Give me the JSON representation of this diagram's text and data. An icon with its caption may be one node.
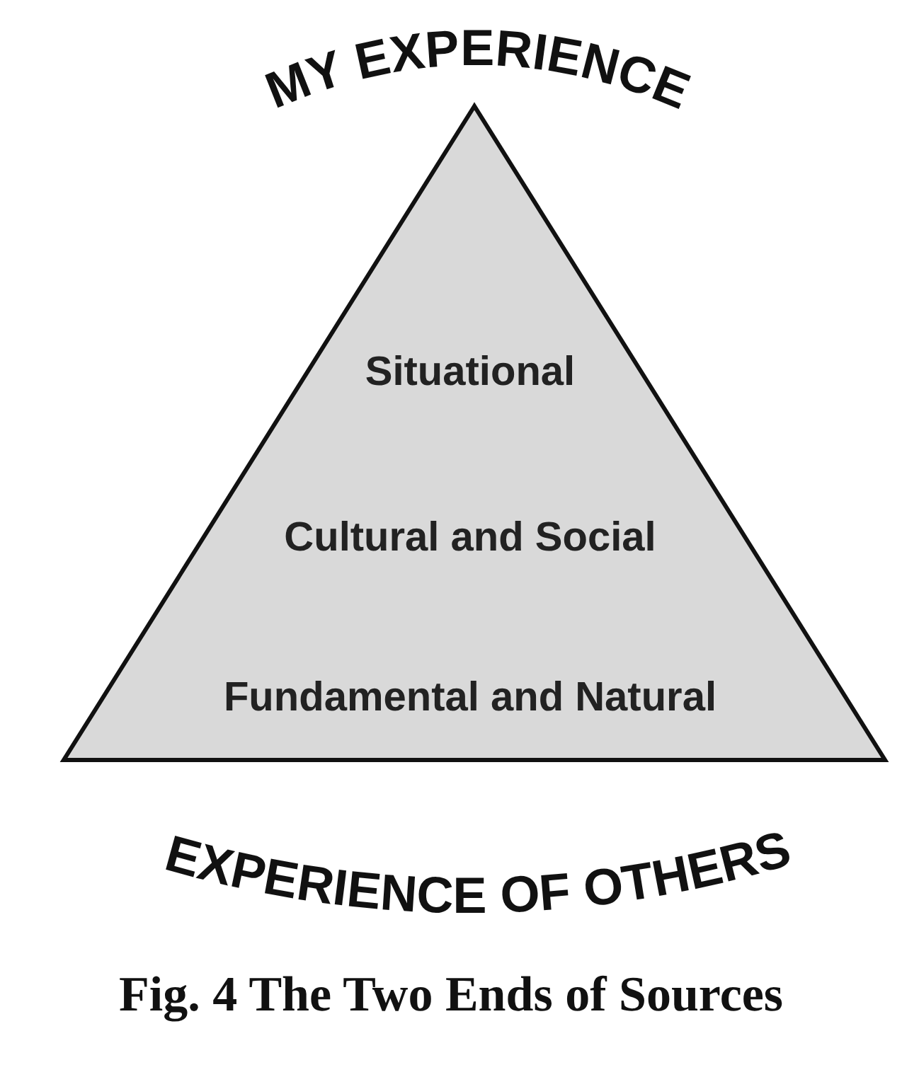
{
  "diagram": {
    "caption": "Fig. 4 The Two Ends of Sources",
    "nodes": [
      {
        "text": [
          "Situational",
          "Cultural and Social",
          "Fundamental and Natural"
        ]
      }
    ],
    "labels": [
      "MY EXPERIENCE",
      "EXPERIENCE OF OTHERS"
    ]
  }
}
